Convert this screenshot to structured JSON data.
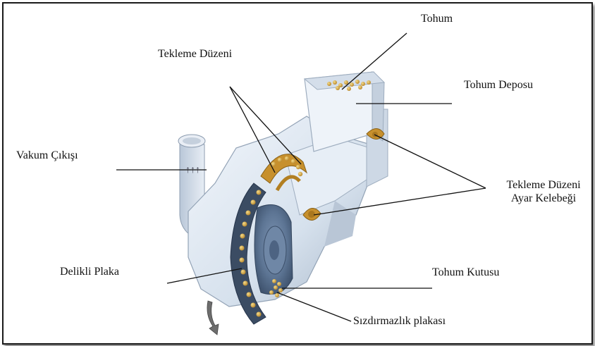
{
  "labels": {
    "tohum": "Tohum",
    "tekleme_duzeni": "Tekleme Düzeni",
    "tohum_deposu": "Tohum Deposu",
    "vakum_cikisi": "Vakum Çıkışı",
    "ayar_kelebegi_line1": "Tekleme Düzeni",
    "ayar_kelebegi_line2": "Ayar Kelebeği",
    "delikli_plaka": "Delikli Plaka",
    "tohum_kutusu": "Tohum Kutusu",
    "sizdirmazlik_plakasi": "Sızdırmazlık plakası"
  },
  "colors": {
    "machine_body": "#dfe8f2",
    "machine_shadow": "#a9b6c6",
    "seed": "#d8b04a",
    "brass": "#c7902d",
    "leader_line": "#111111"
  }
}
